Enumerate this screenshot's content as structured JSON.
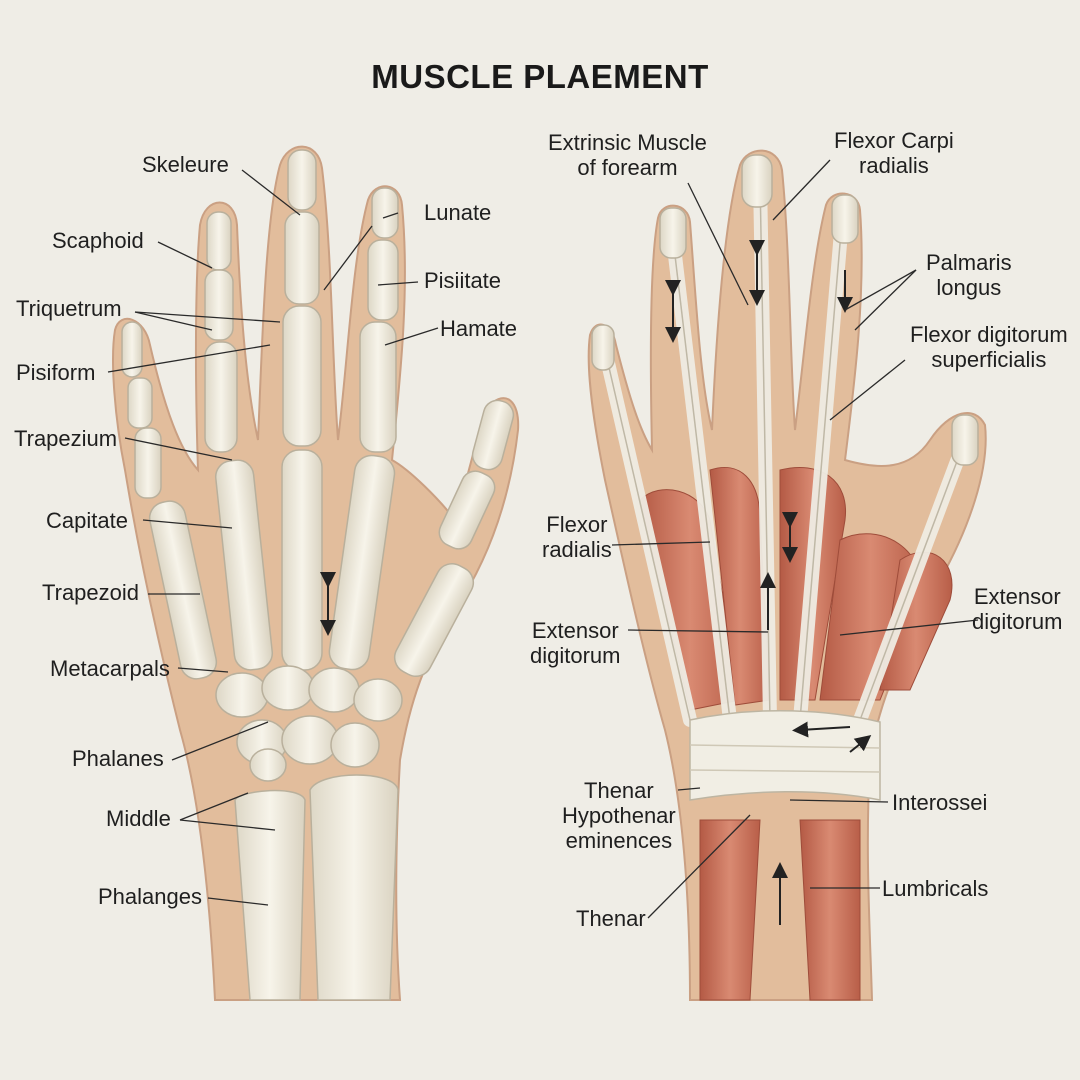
{
  "title": "MUSCLE PLAEMENT",
  "colors": {
    "background": "#efede6",
    "skin": "#e2bd9c",
    "bone": "#f3efe3",
    "muscle": "#c56a55",
    "tendon": "#e9e6dc",
    "line": "#2a2a2a"
  },
  "left_panel": {
    "labels": {
      "skeleure": "Skeleure",
      "lunate": "Lunate",
      "scaphoid": "Scaphoid",
      "pisiitate": "Pisiitate",
      "triquetrum": "Triquetrum",
      "hamate": "Hamate",
      "pisiform": "Pisiform",
      "trapezium": "Trapezium",
      "capitate": "Capitate",
      "trapezoid": "Trapezoid",
      "metacarpals": "Metacarpals",
      "phalanes": "Phalanes",
      "middle": "Middle",
      "phalanges": "Phalanges"
    }
  },
  "right_panel": {
    "labels": {
      "extrinsic_1": "Extrinsic Muscle",
      "extrinsic_2": "of forearm",
      "fcr_1": "Flexor Carpi",
      "fcr_2": "radialis",
      "palmaris_1": "Palmaris",
      "palmaris_2": "longus",
      "fds_1": "Flexor digitorum",
      "fds_2": "superficialis",
      "flexor_radialis_1": "Flexor",
      "flexor_radialis_2": "radialis",
      "ext_dig_right_1": "Extensor",
      "ext_dig_right_2": "digitorum",
      "ext_dig_left_1": "Extensor",
      "ext_dig_left_2": "digitorum",
      "thenar_hypo_1": "Thenar",
      "thenar_hypo_2": "Hypothenar",
      "thenar_hypo_3": "eminences",
      "interossei": "Interossei",
      "lumbricals": "Lumbricals",
      "thenar": "Thenar"
    }
  }
}
